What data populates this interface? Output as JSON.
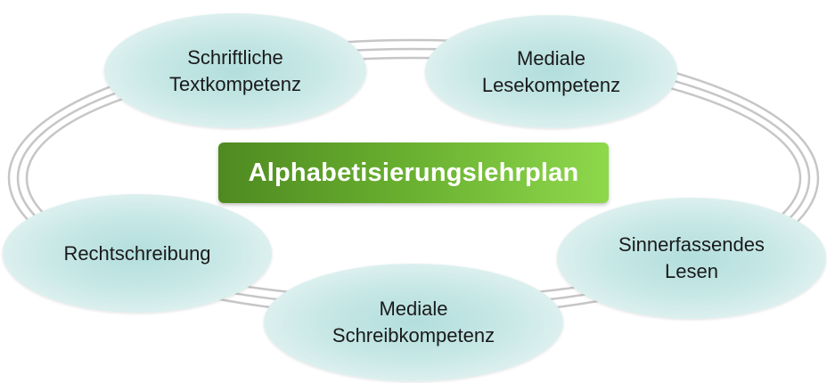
{
  "diagram": {
    "center": {
      "label": "Alphabetisierungslehrplan",
      "gradient_from": "#4f8a21",
      "gradient_to": "#8ed84c"
    },
    "nodes": [
      {
        "line1": "Schriftliche",
        "line2": "Textkompetenz"
      },
      {
        "line1": "Mediale",
        "line2": "Lesekompetenz"
      },
      {
        "line1": "Rechtschreibung",
        "line2": ""
      },
      {
        "line1": "Mediale",
        "line2": "Schreibkompetenz"
      },
      {
        "line1": "Sinnerfassendes",
        "line2": "Lesen"
      }
    ],
    "node_color": "#c8e8e6",
    "ring_color": "#c8c8c8"
  }
}
